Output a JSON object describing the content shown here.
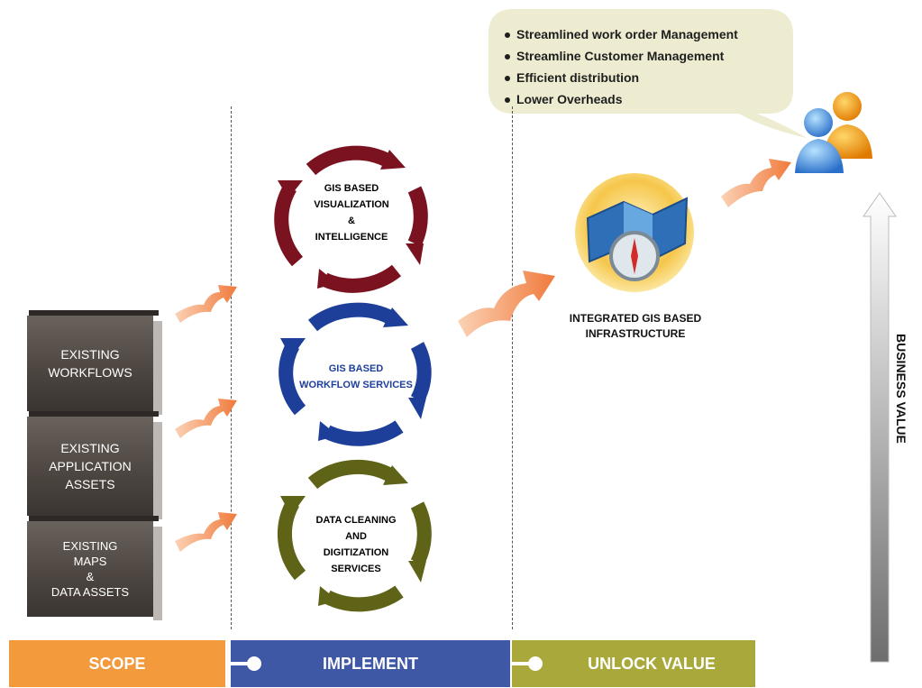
{
  "benefits": [
    "Streamlined work order Management",
    "Streamline Customer Management",
    "Efficient distribution",
    "Lower Overheads"
  ],
  "scope_blocks": [
    {
      "lines": [
        "EXISTING",
        "WORKFLOWS"
      ]
    },
    {
      "lines": [
        "EXISTING",
        "APPLICATION",
        "ASSETS"
      ]
    },
    {
      "lines": [
        "EXISTING",
        "MAPS",
        "&",
        "DATA ASSETS"
      ]
    }
  ],
  "cycles": [
    {
      "lines": [
        "GIS BASED",
        "VISUALIZATION",
        "&",
        "INTELLIGENCE"
      ],
      "color": "#7a1220",
      "text_color": "#111111"
    },
    {
      "lines": [
        "GIS BASED",
        "WORKFLOW  SERVICES"
      ],
      "color": "#1d3f9a",
      "text_color": "#1d3f9a"
    },
    {
      "lines": [
        "DATA CLEANING",
        "AND",
        "DIGITIZATION",
        "SERVICES"
      ],
      "color": "#5f6317",
      "text_color": "#111111"
    }
  ],
  "infrastructure_label": [
    "INTEGRATED GIS BASED",
    "INFRASTRUCTURE"
  ],
  "business_value_label": "BUSINESS VALUE",
  "phases": {
    "scope": "SCOPE",
    "implement": "IMPLEMENT",
    "unlock": "UNLOCK VALUE"
  },
  "colors": {
    "scope": "#f39a3c",
    "implement": "#3e58a6",
    "unlock": "#a8a93a",
    "arrow": "#f08a55",
    "callout": "#eeecd0"
  },
  "icons": {
    "users": "users-icon",
    "map_compass": "map-compass-icon"
  }
}
